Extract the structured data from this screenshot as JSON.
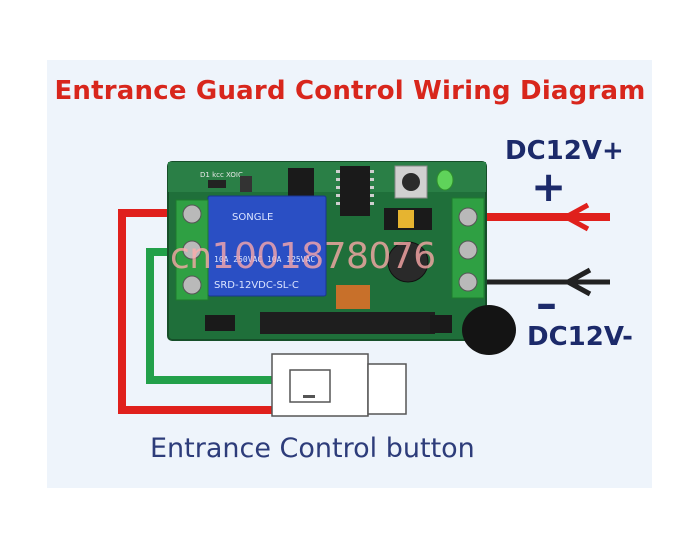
{
  "diagram": {
    "title": "Entrance Guard Control Wiring Diagram",
    "power_positive_label": "DC12V+",
    "power_negative_label": "DC12V-",
    "positive_symbol": "+",
    "negative_symbol": "–",
    "button_label": "Entrance Control button",
    "relay_brand": "SONGLE",
    "relay_model": "SRD-12VDC-SL-C",
    "watermark": "cn1001878076",
    "colors": {
      "title": "#d8261c",
      "labels": "#1c2a6a",
      "wire_red": "#e0201c",
      "wire_green": "#22a04a",
      "wire_black": "#222222",
      "pcb": "#1f6f3a",
      "relay": "#2a4fc4",
      "terminal": "#2fa043"
    }
  }
}
